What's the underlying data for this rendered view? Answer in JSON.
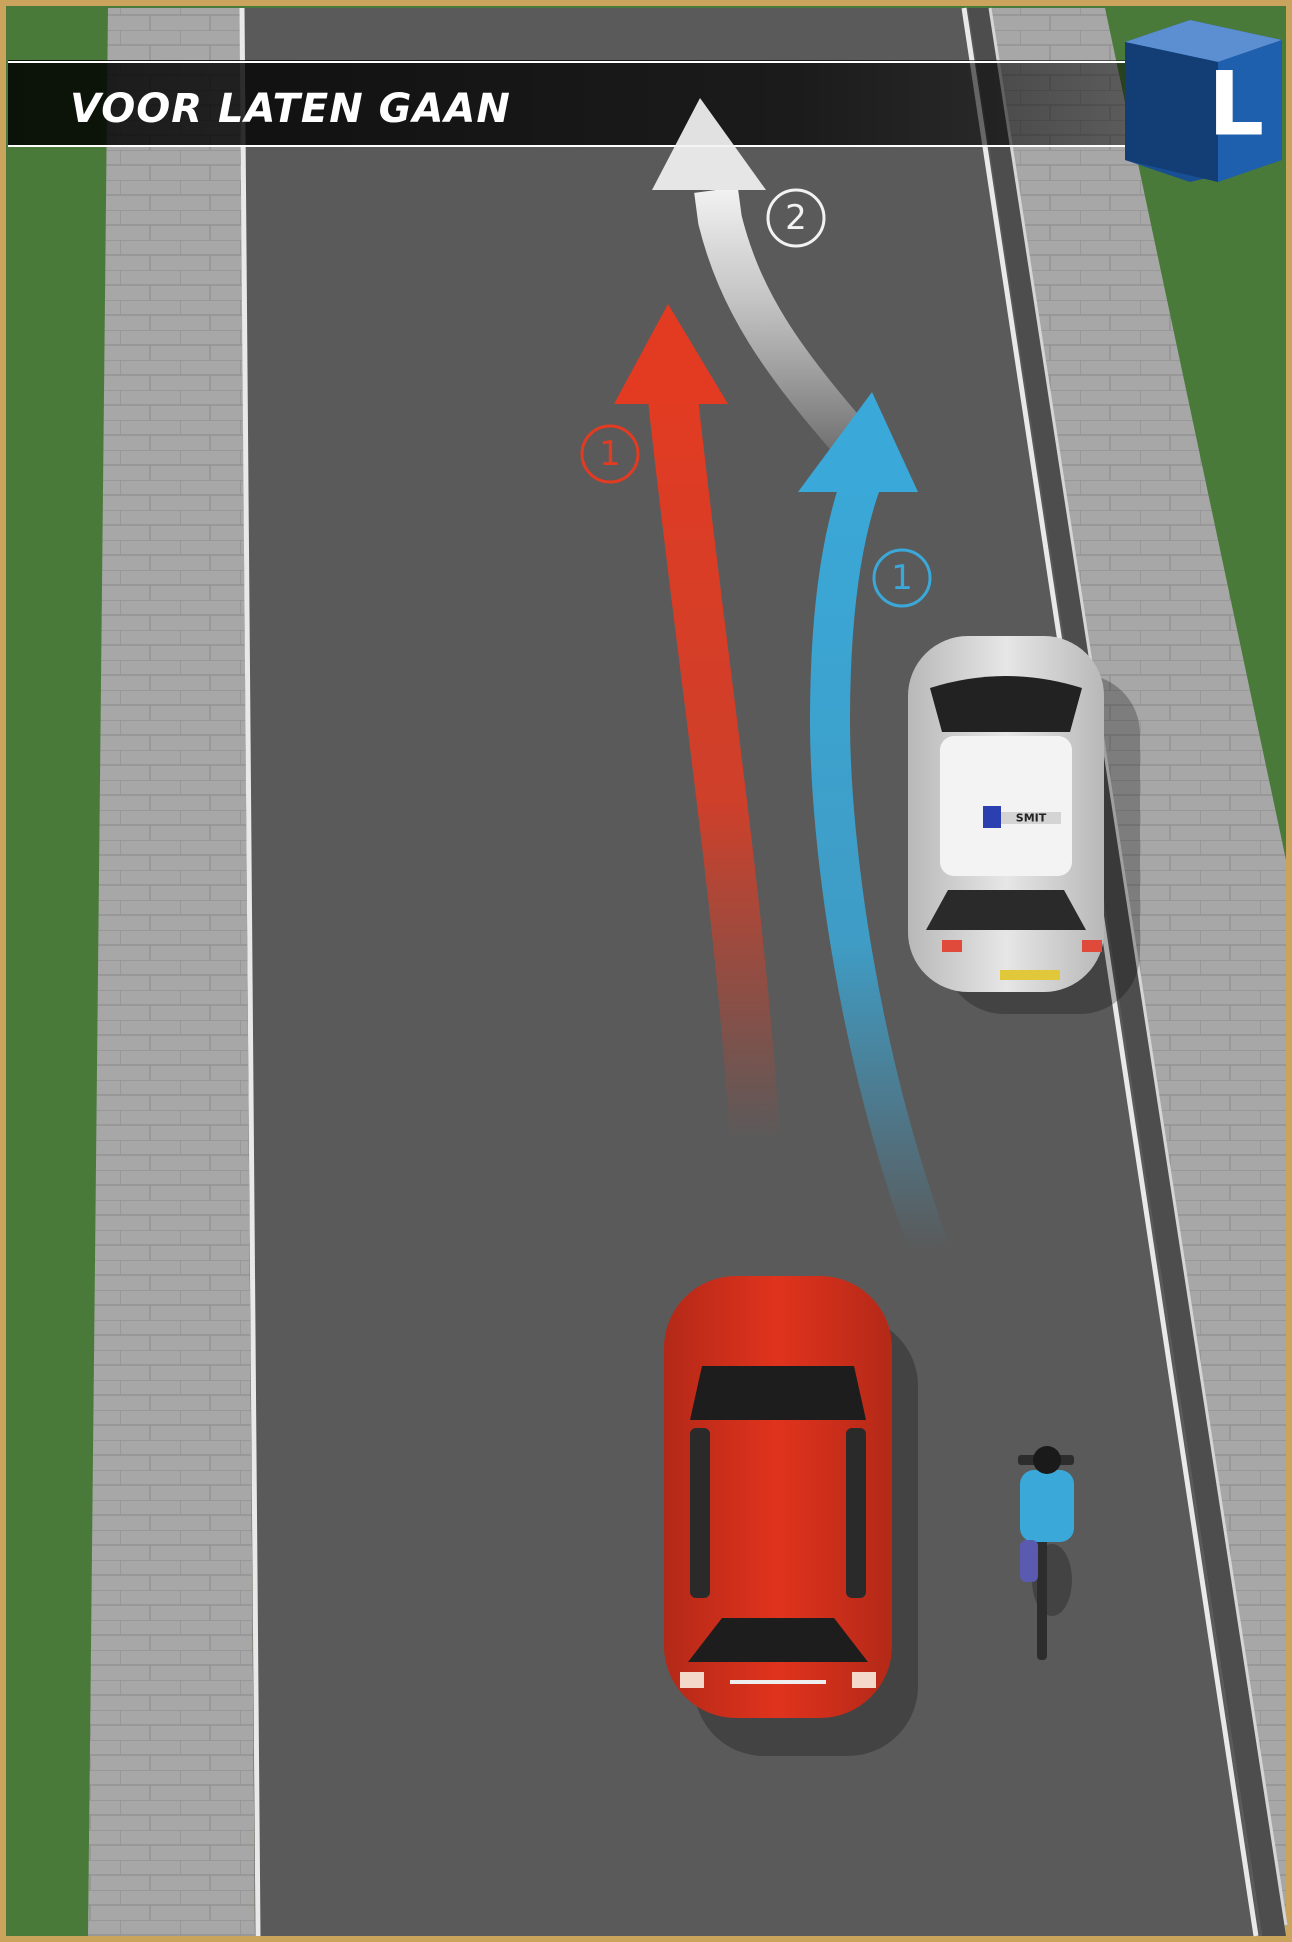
{
  "title": "VOOR LATEN GAAN",
  "badge": {
    "letter": "L",
    "color": "#1e5fae"
  },
  "arrows": {
    "red": {
      "number": "1",
      "color": "#e23b22"
    },
    "blue": {
      "number": "1",
      "color": "#3aa8d8"
    },
    "white": {
      "number": "2",
      "color": "#ffffff"
    }
  },
  "parked_car": {
    "plate_text": "SMIT",
    "color": "#e6e6e6"
  },
  "moving_car": {
    "color": "#e0331d"
  },
  "cyclist": {
    "jacket_color": "#3aa8d8"
  }
}
